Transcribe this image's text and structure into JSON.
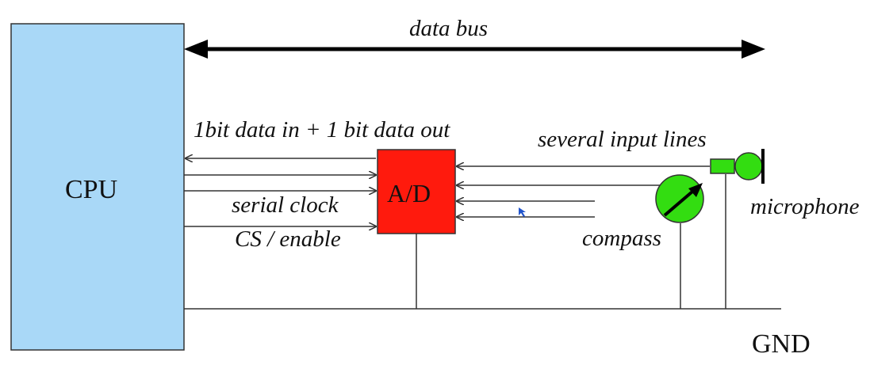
{
  "diagram": {
    "cpu_label": "CPU",
    "ad_label": "A/D",
    "data_bus_label": "data bus",
    "data_line_label": "1bit data in + 1 bit data out",
    "serial_clock_label": "serial clock",
    "cs_enable_label": "CS / enable",
    "input_lines_label": "several input lines",
    "compass_label": "compass",
    "microphone_label": "microphone",
    "gnd_label": "GND"
  },
  "colors": {
    "cpu_fill": "#a9d8f7",
    "ad_fill": "#ff1a0d",
    "sensor_fill": "#33dd11",
    "line": "#333333"
  },
  "icons": {
    "compass": "compass-gauge-icon",
    "microphone": "microphone-icon",
    "cursor": "mouse-cursor-icon"
  }
}
